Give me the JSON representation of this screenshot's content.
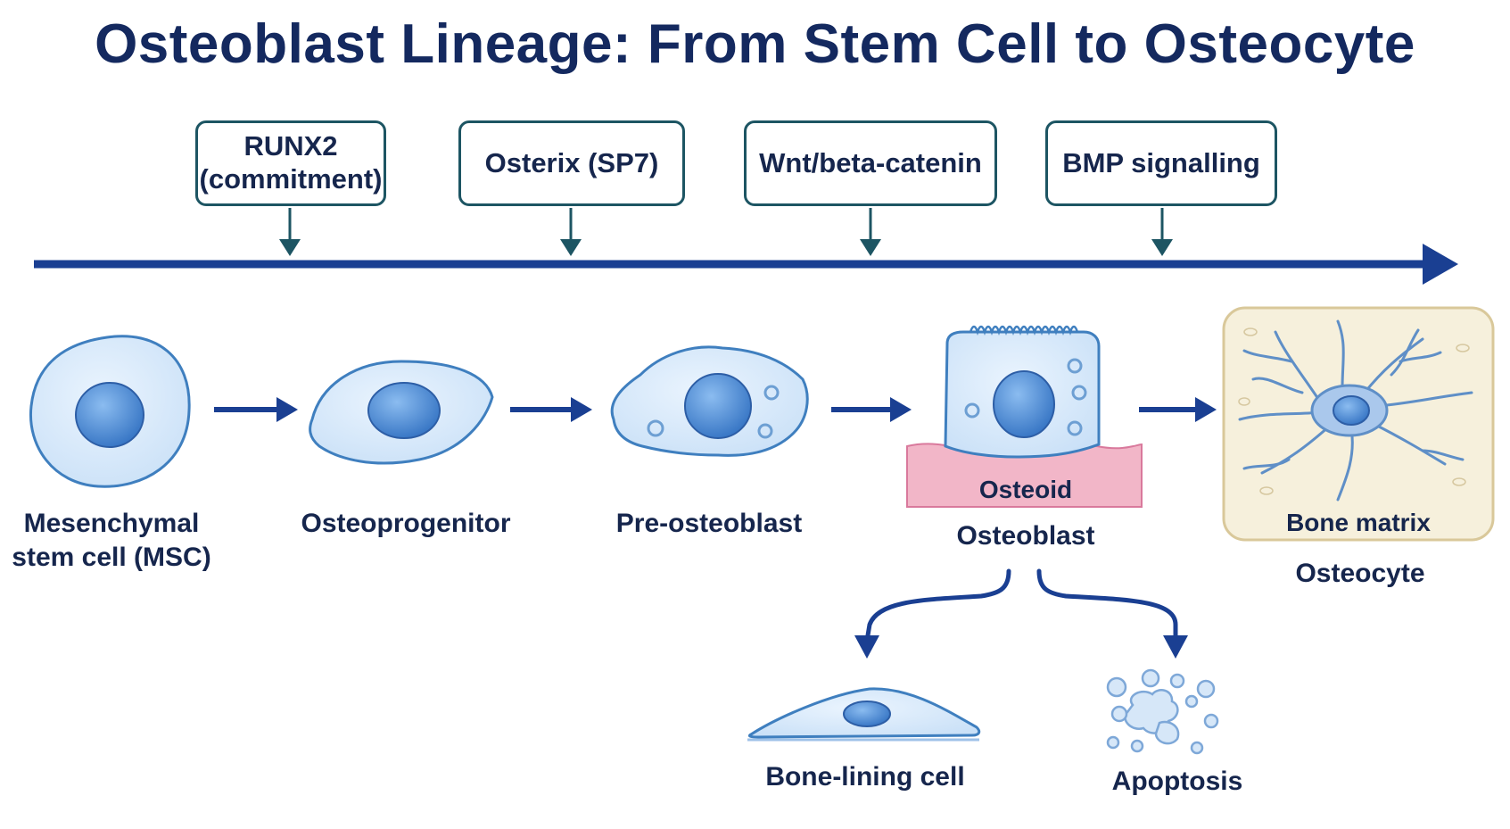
{
  "title": "Osteoblast Lineage: From Stem Cell to Osteocyte",
  "regulators": [
    {
      "label": "RUNX2\n(commitment)"
    },
    {
      "label": "Osterix (SP7)"
    },
    {
      "label": "Wnt/beta-catenin"
    },
    {
      "label": "BMP signalling"
    }
  ],
  "stages": [
    {
      "label": "Mesenchymal\nstem cell (MSC)"
    },
    {
      "label": "Osteoprogenitor"
    },
    {
      "label": "Pre-osteoblast"
    },
    {
      "label": "Osteoblast"
    },
    {
      "label": "Osteocyte"
    }
  ],
  "fates": [
    {
      "label": "Bone-lining cell"
    },
    {
      "label": "Apoptosis"
    }
  ],
  "annotations": {
    "osteoid": "Osteoid",
    "bone_matrix": "Bone matrix"
  },
  "colors": {
    "title": "#14295f",
    "axis": "#1a3f92",
    "regulator_border": "#1d5563",
    "cell_fill": "#dbeafa",
    "cell_border": "#3f7fbf",
    "nucleus": "#4f8fd9",
    "osteoid": "#f2b6c8",
    "matrix": "#f6f0dc"
  }
}
